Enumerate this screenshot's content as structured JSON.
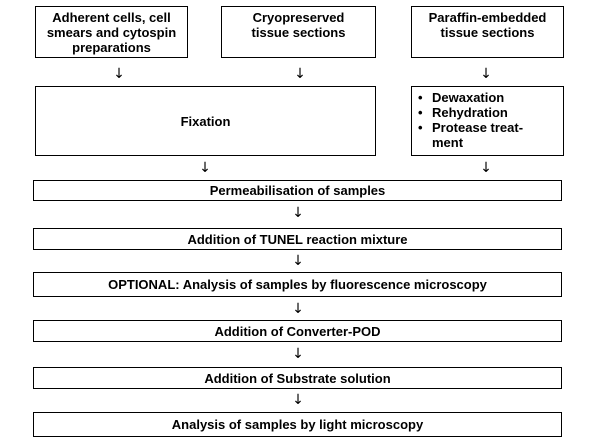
{
  "inputs": [
    {
      "label": "Adherent cells, cell smears and cytospin preparations"
    },
    {
      "label": "Cryopreserved tissue sections"
    },
    {
      "label": "Paraffin-embedded tissue sections"
    }
  ],
  "fixation": {
    "label": "Fixation"
  },
  "paraffin_steps": [
    "Dewaxation",
    "Rehydration",
    "Protease treat-ment"
  ],
  "steps": [
    {
      "label": "Permeabilisation of samples"
    },
    {
      "label": "Addition of TUNEL reaction mixture"
    },
    {
      "label": "OPTIONAL: Analysis of samples by fluorescence microscopy"
    },
    {
      "label": "Addition of Converter-POD"
    },
    {
      "label": "Addition of Substrate solution"
    },
    {
      "label": "Analysis of samples by light microscopy"
    }
  ],
  "arrow_glyph": "↓"
}
